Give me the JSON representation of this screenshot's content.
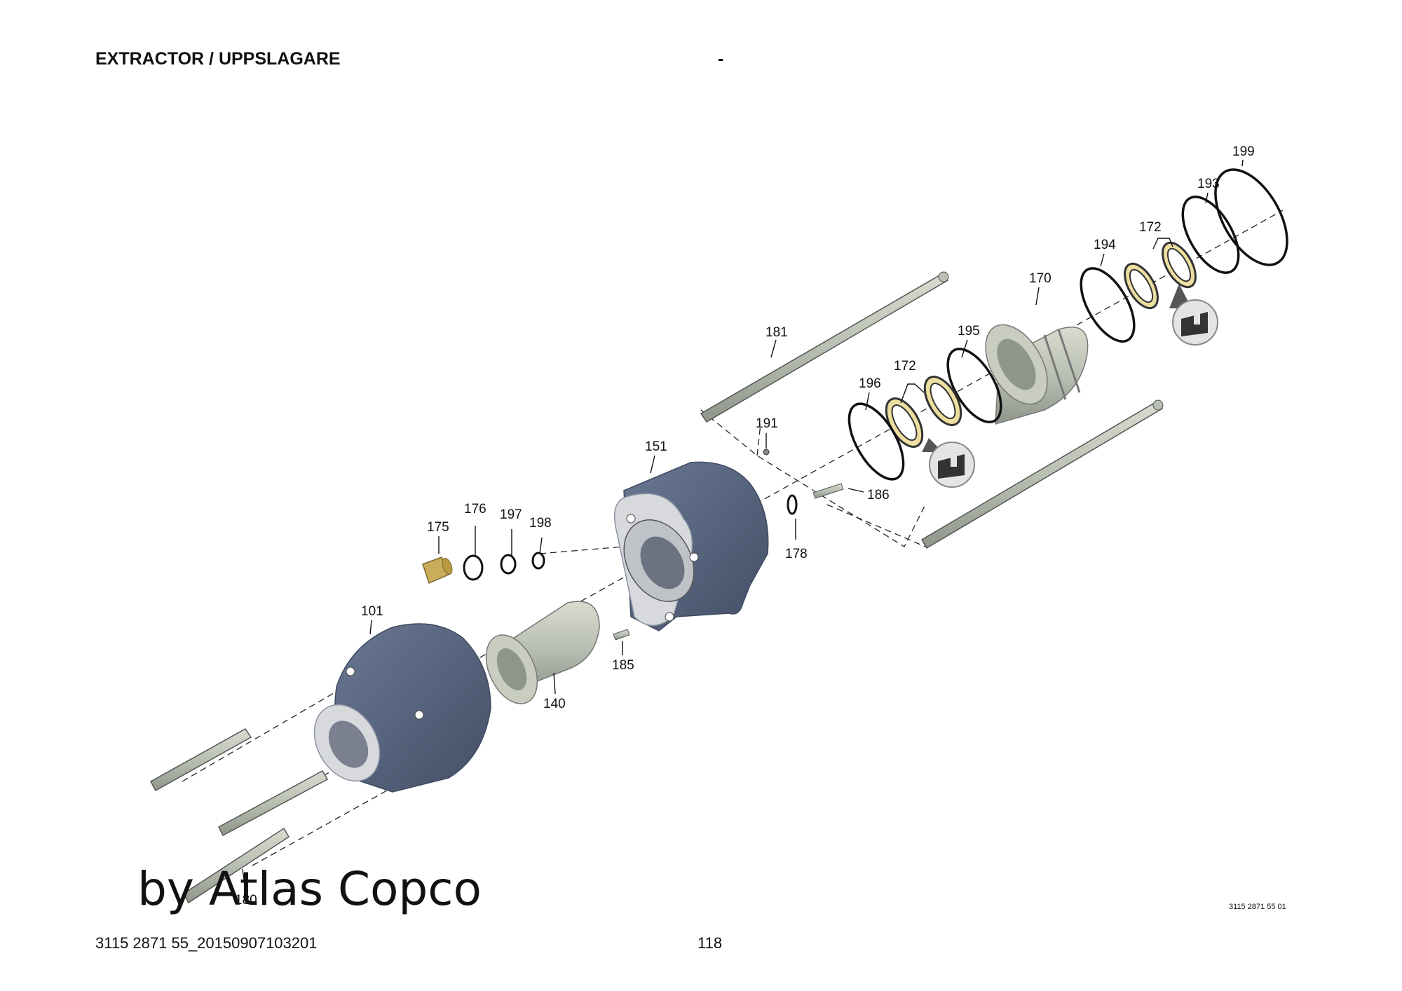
{
  "header": {
    "title": "EXTRACTOR / UPPSLAGARE",
    "center": "-"
  },
  "footer": {
    "document_id": "3115 2871 55_20150907103201",
    "page_number": "118",
    "drawing_number": "3115 2871 55 01"
  },
  "watermark": "by Atlas Copco",
  "callouts": {
    "p199": "199",
    "p193": "193",
    "p172a": "172",
    "p194": "194",
    "p170": "170",
    "p195": "195",
    "p172b": "172",
    "p196": "196",
    "p181": "181",
    "p191": "191",
    "p151": "151",
    "p186": "186",
    "p178": "178",
    "p175": "175",
    "p176": "176",
    "p197": "197",
    "p198": "198",
    "p101": "101",
    "p140": "140",
    "p185": "185",
    "p180": "180"
  },
  "colors": {
    "housing": "#56657f",
    "housing_dark": "#3f4a60",
    "metal": "#b9bfb2",
    "metal_dark": "#8e958a",
    "seal_yellow": "#ecdfa0",
    "brass": "#c9ad5a"
  }
}
